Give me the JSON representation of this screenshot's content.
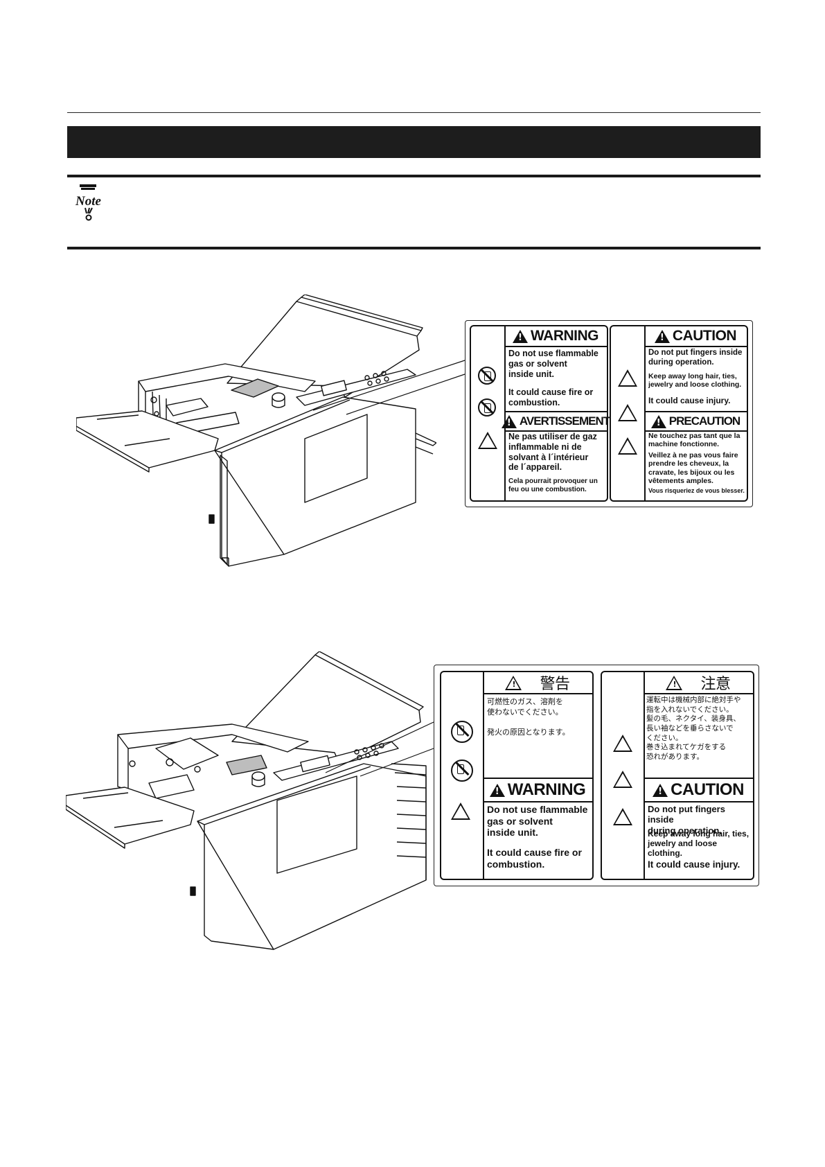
{
  "page": {
    "note_icon": "note-icon"
  },
  "label_en": {
    "warning": {
      "heading": "WARNING",
      "lines": [
        "Do not use flammable",
        "gas or solvent",
        "inside unit."
      ],
      "consequence": [
        "It could cause fire or",
        "combustion."
      ],
      "icons": [
        "no-spray-can-icon",
        "no-flammable-icon",
        "fire-hazard-icon"
      ]
    },
    "avertissement": {
      "heading": "AVERTISSEMENT",
      "lines": [
        "Ne pas utiliser de gaz",
        "inflammable ni de",
        "solvant à l´intérieur",
        "de l´appareil."
      ],
      "consequence": [
        "Cela pourrait provoquer un",
        "feu ou une combustion."
      ]
    },
    "caution": {
      "heading": "CAUTION",
      "lines": [
        "Do not put fingers inside",
        "during operation."
      ],
      "lines2": [
        "Keep away long hair, ties,",
        "jewelry and loose clothing."
      ],
      "consequence": [
        "It could cause injury."
      ],
      "icons": [
        "finger-pinch-icon",
        "hair-entanglement-icon",
        "tie-entanglement-icon"
      ]
    },
    "precaution": {
      "heading": "PRECAUTION",
      "lines": [
        "Ne touchez pas tant que la",
        "machine fonctionne."
      ],
      "lines2": [
        "Veillez à ne pas vous faire",
        "prendre les cheveux, la",
        "cravate, les bijoux ou les",
        "vêtements amples."
      ],
      "consequence": [
        "Vous risqueriez de vous blesser."
      ]
    }
  },
  "label_jp": {
    "keikoku": {
      "heading": "警告",
      "lines": [
        "可燃性のガス、溶剤を",
        "使わないでください。"
      ],
      "consequence": [
        "発火の原因となります。"
      ]
    },
    "chui": {
      "heading": "注意",
      "lines": [
        "運転中は機械内部に絶対手や",
        "指を入れないでください。",
        "髪の毛、ネクタイ、装身具、",
        "長い袖などを垂らさないで",
        "ください。",
        "巻き込まれてケガをする",
        "恐れがあります。"
      ]
    },
    "warning": {
      "heading": "WARNING",
      "lines": [
        "Do not use flammable",
        "gas or solvent",
        "inside unit."
      ],
      "consequence": [
        "It could cause fire or",
        "combustion."
      ]
    },
    "caution": {
      "heading": "CAUTION",
      "lines": [
        "Do not put fingers inside",
        "during operation."
      ],
      "lines2": [
        "Keep away long hair, ties,",
        "jewelry and loose clothing."
      ],
      "consequence": [
        "It could cause injury."
      ]
    }
  }
}
